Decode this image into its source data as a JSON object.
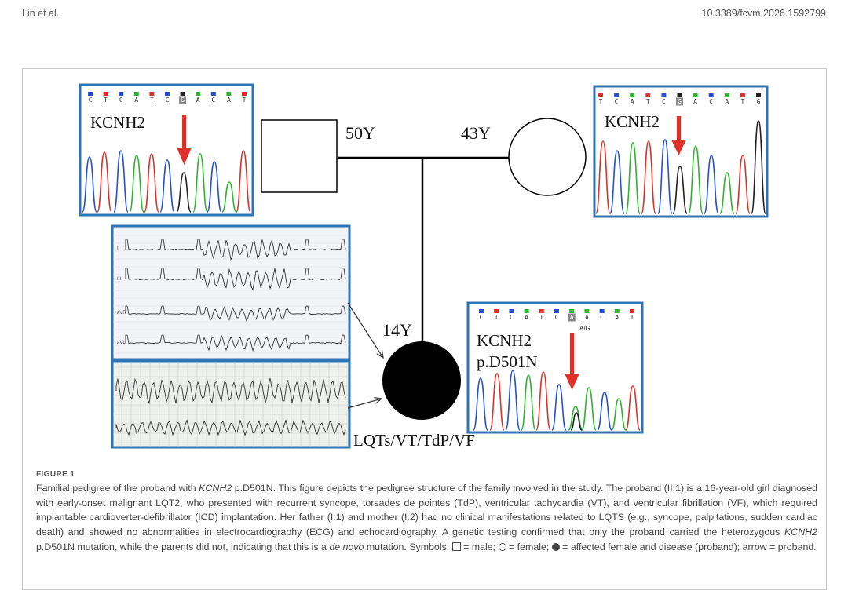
{
  "header": {
    "authors": "Lin et al.",
    "doi": "10.3389/fcvm.2026.1592799"
  },
  "figure": {
    "father_age": "50Y",
    "mother_age": "43Y",
    "proband_age": "14Y",
    "gene_label": "KCNH2",
    "variant_label": "p.D501N",
    "het_label": "A/G",
    "phenotype": "LQTs/VT/TdP/VF",
    "father_seq": [
      "C",
      "T",
      "C",
      "A",
      "T",
      "C",
      "G",
      "A",
      "C",
      "A",
      "T"
    ],
    "mother_seq": [
      "T",
      "C",
      "A",
      "T",
      "C",
      "G",
      "A",
      "C",
      "A",
      "T",
      "G"
    ],
    "proband_seq": [
      "C",
      "T",
      "C",
      "A",
      "T",
      "C",
      "A",
      "A",
      "C",
      "A",
      "T"
    ],
    "ecg_leads": [
      "II",
      "III",
      "aVR",
      "aVL"
    ],
    "colors": {
      "frame_blue": "#2e75b6",
      "arrow_red": "#e0302a",
      "A": "#2db52d",
      "C": "#2550d6",
      "G": "#222222",
      "T": "#e0302a"
    }
  },
  "caption": {
    "label": "FIGURE 1",
    "p1": "Familial pedigree of the proband with ",
    "gene1": "KCNH2",
    "p2": " p.D501N. This figure depicts the pedigree structure of the family involved in the study. The proband (II:1) is a 16-year-old girl diagnosed with early-onset malignant LQT2, who presented with recurrent syncope, torsades de pointes (TdP), ventricular tachycardia (VT), and ventricular fibrillation (VF), which required implantable cardioverter-defibrillator (ICD) implantation. Her father (I:1) and mother (I:2) had no clinical manifestations related to LQTS (e.g., syncope, palpitations, sudden cardiac death) and showed no abnormalities in electrocardiography (ECG) and echocardiography. A genetic testing confirmed that only the proband carried the heterozygous ",
    "gene2": "KCNH2",
    "p3": " p.D501N mutation, while the parents did not, indicating that this is a ",
    "denovo": "de novo",
    "p4": " mutation. Symbols: ",
    "s1": " = male; ",
    "s2": " = female; ",
    "s3": " = affected female and disease (proband); arrow = proband."
  }
}
